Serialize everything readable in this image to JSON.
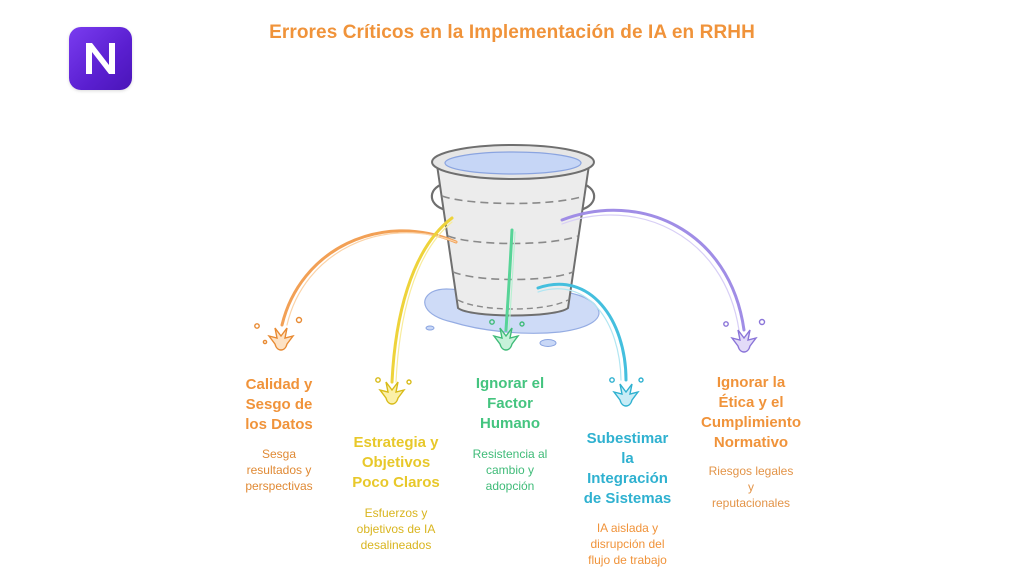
{
  "title": "Errores Críticos en la Implementación de IA en RRHH",
  "colors": {
    "title": "#f0933a",
    "logo": "#6a2ce0",
    "bucket_stroke": "#6f6f6f",
    "bucket_fill": "#eeeeee",
    "water": "#c8d8f8",
    "orange": "#f0933a",
    "yellow": "#e8cc2a",
    "green": "#4fcf8c",
    "blue": "#3fb9d8",
    "purple": "#9b86e0"
  },
  "items": [
    {
      "label_lines": [
        "Calidad y",
        "Sesgo de",
        "los Datos"
      ],
      "desc_lines": [
        "Sesga",
        "resultados y",
        "perspectivas"
      ],
      "color": "#f0933a",
      "desc_color": "#e08a35"
    },
    {
      "label_lines": [
        "Estrategia y",
        "Objetivos",
        "Poco Claros"
      ],
      "desc_lines": [
        "Esfuerzos y",
        "objetivos de IA",
        "desalineados"
      ],
      "color": "#e8c82a",
      "desc_color": "#d9b51f"
    },
    {
      "label_lines": [
        "Ignorar el",
        "Factor",
        "Humano"
      ],
      "desc_lines": [
        "Resistencia al",
        "cambio y",
        "adopción"
      ],
      "color": "#44c47f",
      "desc_color": "#3fbb78"
    },
    {
      "label_lines": [
        "Subestimar",
        "la",
        "Integración",
        "de Sistemas"
      ],
      "desc_lines": [
        "IA aislada y",
        "disrupción del",
        "flujo de trabajo"
      ],
      "color": "#2fb1d0",
      "desc_color": "#f0933a"
    },
    {
      "label_lines": [
        "Ignorar la",
        "Ética y el",
        "Cumplimiento",
        "Normativo"
      ],
      "desc_lines": [
        "Riesgos legales",
        "y",
        "reputacionales"
      ],
      "color": "#f0933a",
      "desc_color": "#e39448"
    }
  ]
}
